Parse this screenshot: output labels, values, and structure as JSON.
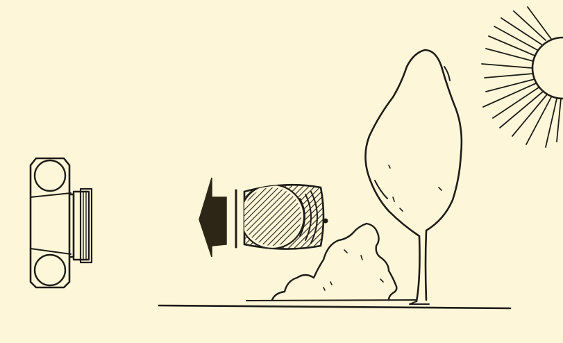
{
  "diagram": {
    "background_color": "#fdf6d8",
    "ink_color": "#1e1c18",
    "elements": [
      {
        "name": "camera",
        "icon": "camera-icon"
      },
      {
        "name": "filter",
        "icon": "filter-icon"
      },
      {
        "name": "direction-arrow",
        "icon": "arrow-left-icon"
      },
      {
        "name": "tree",
        "icon": "tree-icon"
      },
      {
        "name": "bush",
        "icon": "bush-icon"
      },
      {
        "name": "sun",
        "icon": "sun-icon"
      },
      {
        "name": "ground-line",
        "icon": "ground-line-icon"
      }
    ]
  }
}
